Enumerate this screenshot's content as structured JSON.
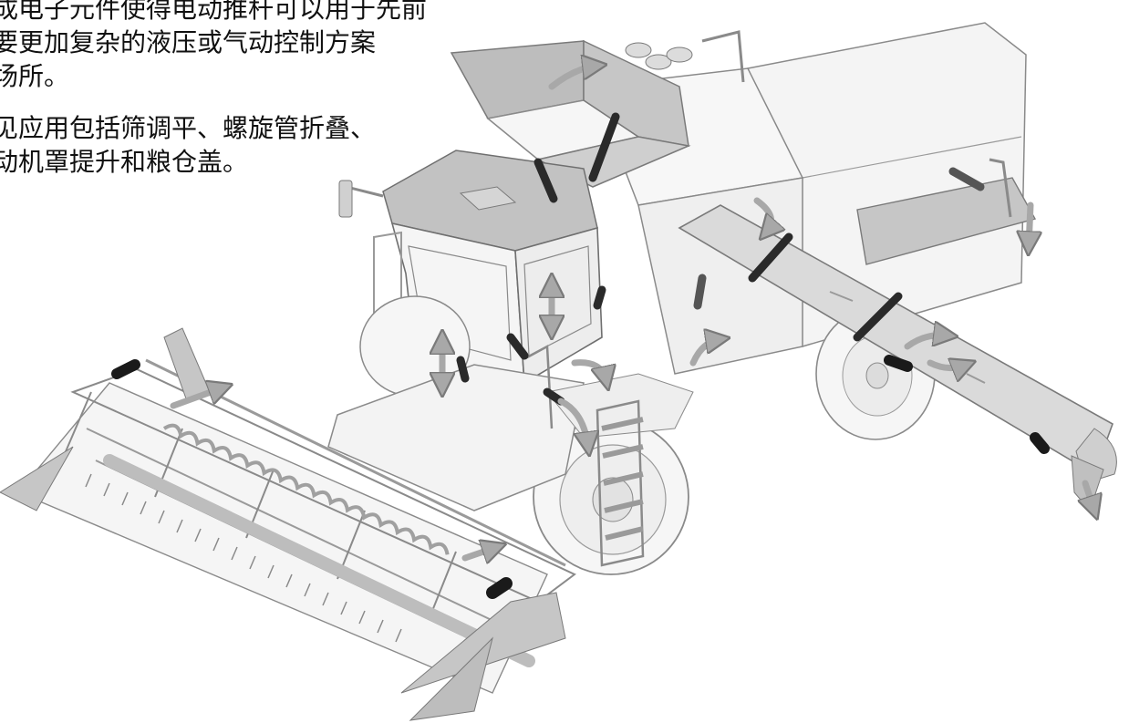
{
  "captions": [
    "成电子元件使得电动推杆可以用于先前",
    "要更加复杂的液压或气动控制方案",
    "场所。",
    "见应用包括筛调平、螺旋管折叠、",
    "动机罩提升和粮仓盖。"
  ],
  "palette": {
    "machine_fill": "#f4f4f4",
    "machine_line": "#8a8a8a",
    "part_fill": "#bdbdbd",
    "part_dark": "#9a9a9a",
    "actuator": "#2a2a2a",
    "arrow": "#a8a8a8"
  }
}
